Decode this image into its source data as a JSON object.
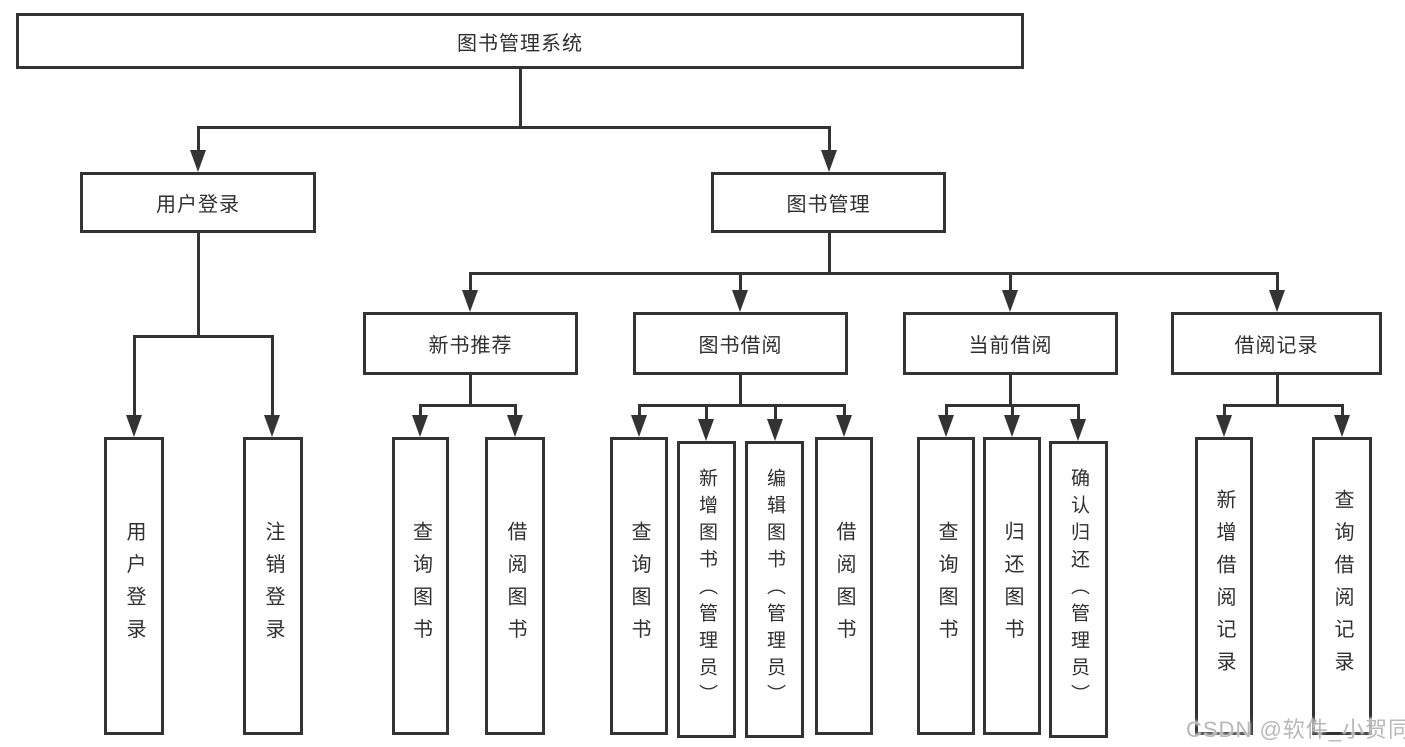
{
  "diagram": {
    "title": "图书管理系统",
    "tree": {
      "label": "图书管理系统",
      "children": [
        {
          "label": "用户登录",
          "children": [
            {
              "label": "用户登录"
            },
            {
              "label": "注销登录"
            }
          ]
        },
        {
          "label": "图书管理",
          "children": [
            {
              "label": "新书推荐",
              "children": [
                {
                  "label": "查询图书"
                },
                {
                  "label": "借阅图书"
                }
              ]
            },
            {
              "label": "图书借阅",
              "children": [
                {
                  "label": "查询图书"
                },
                {
                  "label": "新增图书（管理员）"
                },
                {
                  "label": "编辑图书（管理员）"
                },
                {
                  "label": "借阅图书"
                }
              ]
            },
            {
              "label": "当前借阅",
              "children": [
                {
                  "label": "查询图书"
                },
                {
                  "label": "归还图书"
                },
                {
                  "label": "确认归还（管理员）"
                }
              ]
            },
            {
              "label": "借阅记录",
              "children": [
                {
                  "label": "新增借阅记录"
                },
                {
                  "label": "查询借阅记录"
                }
              ]
            }
          ]
        }
      ]
    }
  },
  "watermark": {
    "text": "CSDN @软件_小贺同学"
  },
  "colors": {
    "line": "#333333",
    "text": "#2f2f2f",
    "watermark": "#b8b8b8",
    "background": "#ffffff"
  }
}
